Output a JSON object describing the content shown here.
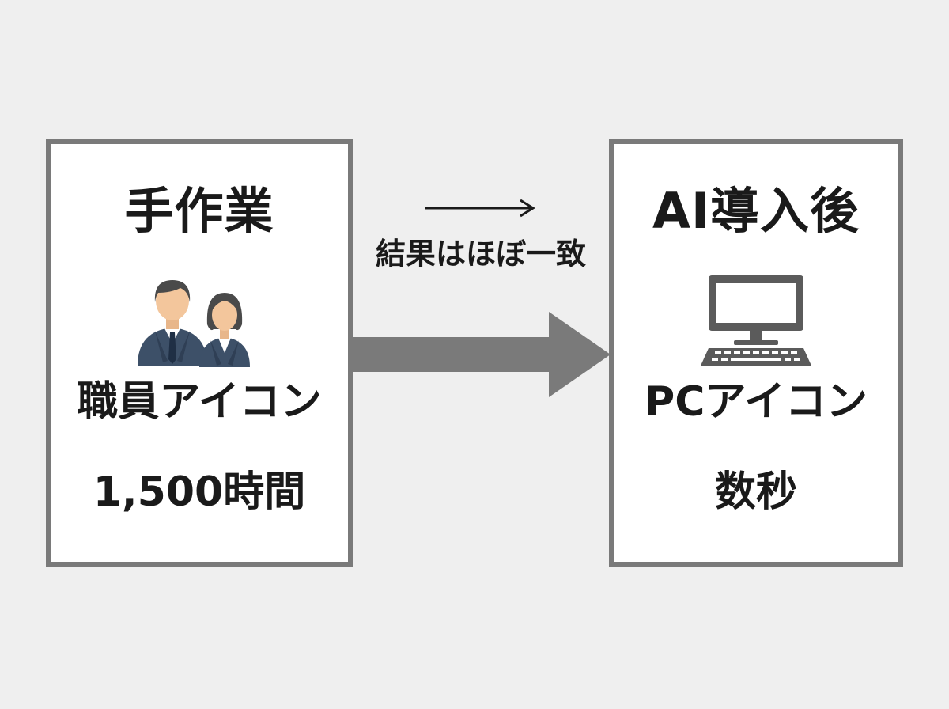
{
  "left_panel": {
    "title": "手作業",
    "icon": "staff-icon",
    "label": "職員アイコン",
    "value": "1,500時間"
  },
  "right_panel": {
    "title": "AI導入後",
    "icon": "pc-icon",
    "label": "PCアイコン",
    "value": "数秒"
  },
  "connector": {
    "caption": "結果はほぼ一致"
  },
  "colors": {
    "background": "#efefef",
    "panel_border": "#7a7a7a",
    "arrow": "#7a7a7a",
    "suit": "#3d5068",
    "skin": "#f3c69c",
    "hair": "#4a4a4a",
    "monitor": "#5b5b5b"
  }
}
